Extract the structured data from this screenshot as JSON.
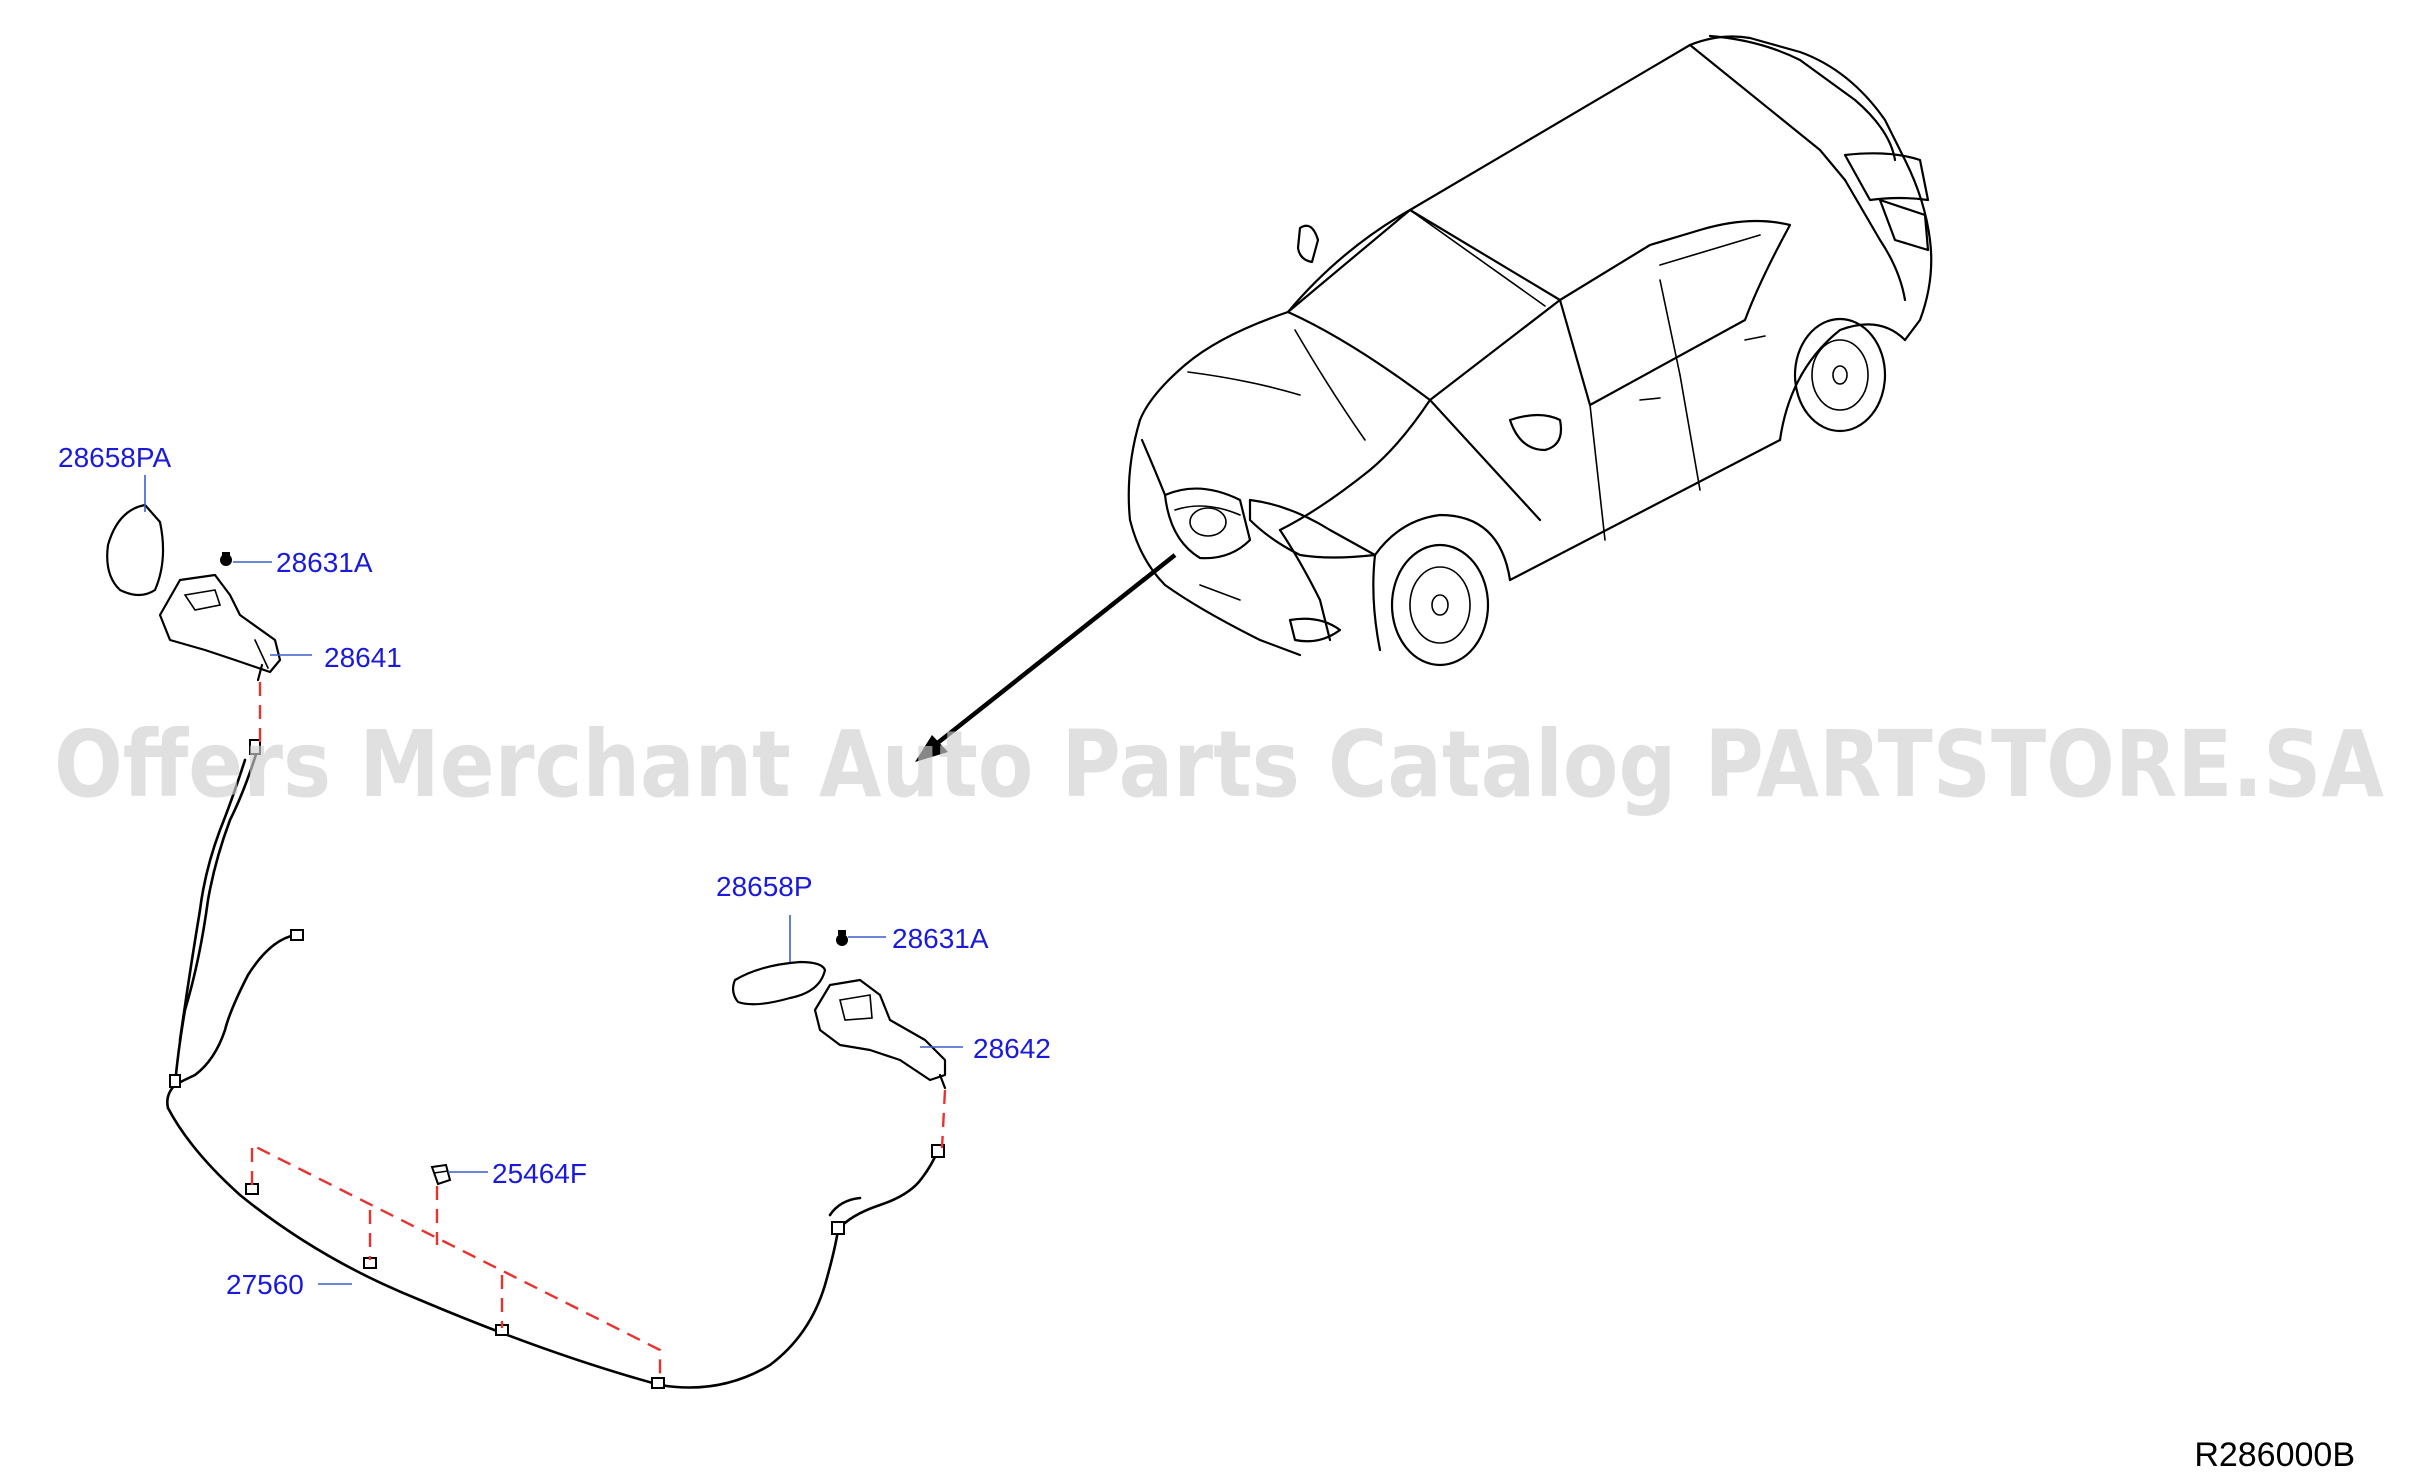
{
  "colors": {
    "label": "#1a1adb",
    "leader": "#3a5fc8",
    "dashed_guide": "#e8322f",
    "line": "#000000",
    "watermark": "#cfcfcf"
  },
  "watermark": "Offers Merchant Auto Parts Catalog PARTSTORE.SA",
  "reference_code": "R286000B",
  "parts": [
    {
      "id": "cap-left",
      "label": "28658PA"
    },
    {
      "id": "screw-left",
      "label": "28631A"
    },
    {
      "id": "nozzle-left",
      "label": "28641"
    },
    {
      "id": "cap-right",
      "label": "28658P"
    },
    {
      "id": "screw-right",
      "label": "28631A"
    },
    {
      "id": "nozzle-right",
      "label": "28642"
    },
    {
      "id": "clip",
      "label": "25464F"
    },
    {
      "id": "hose",
      "label": "27560"
    }
  ]
}
